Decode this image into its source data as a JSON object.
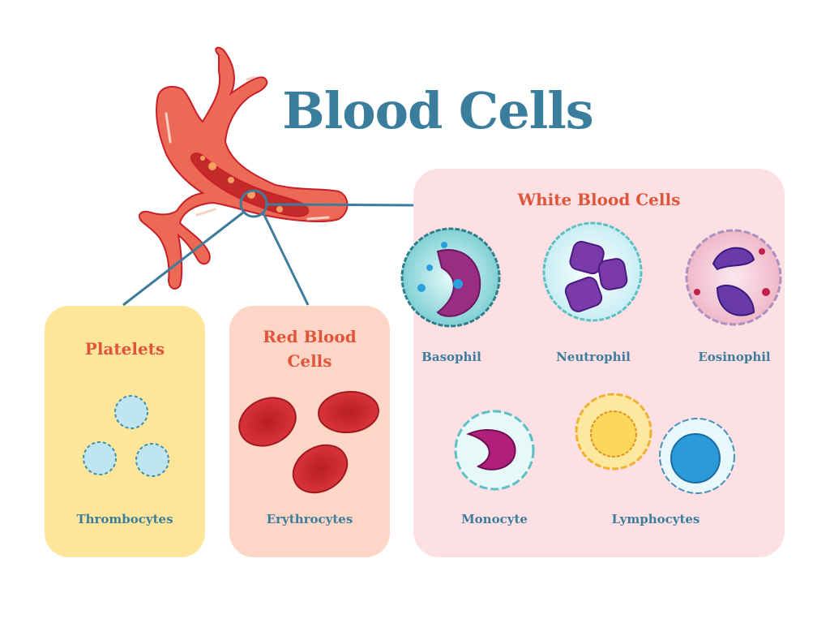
{
  "title": "Blood Cells",
  "groups": {
    "platelets": {
      "heading": "Platelets",
      "label": "Thrombocytes"
    },
    "red": {
      "heading_line1": "Red Blood",
      "heading_line2": "Cells",
      "label": "Erythrocytes"
    },
    "white": {
      "heading": "White Blood Cells",
      "cells": [
        "Basophil",
        "Neutrophil",
        "Eosinophil",
        "Monocyte",
        "Lymphocytes"
      ]
    }
  },
  "colors": {
    "title": "#3a7d9c",
    "heading": "#e0553a",
    "label": "#3d7d9b",
    "platelets_box": "#fde69a",
    "red_box": "#fdd6c8",
    "white_box": "#fde0e4"
  }
}
